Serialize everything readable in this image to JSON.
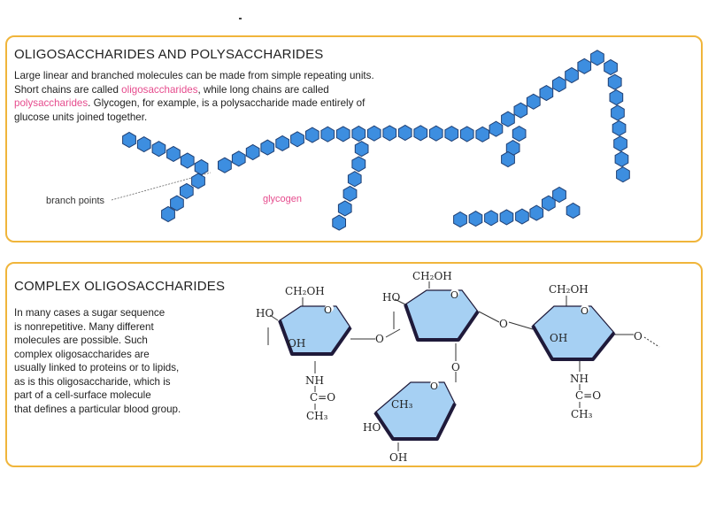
{
  "colors": {
    "frame": "#f0b53b",
    "accent_pink": "#e64b8d",
    "hexagon_fill": "#3d8ee0",
    "ring_fill": "#a6d0f3",
    "ring_edge": "#1f1a3a"
  },
  "section1": {
    "title": "OLIGOSACCHARIDES AND POLYSACCHARIDES",
    "text": {
      "p1": "Large linear and branched molecules can be made from simple repeating units.",
      "p2": "Short chains are called ",
      "oligo": "oligosaccharides",
      "p3": ", while long chains are called",
      "poly": "polysaccharides",
      "p4": ". Glycogen, for example, is a polysaccharide made entirely of",
      "p5": "glucose units joined together."
    },
    "labels": {
      "branch_points": "branch points",
      "glycogen": "glycogen"
    }
  },
  "section2": {
    "title": "COMPLEX OLIGOSACCHARIDES",
    "text": {
      "l1": "In many cases a sugar sequence",
      "l2": "is nonrepetitive. Many different",
      "l3": "molecules are possible. Such",
      "l4": "complex oligosaccharides are",
      "l5": "usually linked to proteins or to lipids,",
      "l6": "as is this oligosaccharide, which is",
      "l7": "part of a cell-surface molecule",
      "l8": "that defines a particular blood group."
    },
    "chem": {
      "ch2oh_1": "CH₂OH",
      "ho_1": "HO",
      "oh_1": "OH",
      "o_ring_1": "O",
      "nh_1": "NH",
      "co_1": "C=O",
      "ch3_1": "CH₃",
      "ch2oh_2": "CH₂OH",
      "ho_2": "HO",
      "o_ring_2": "O",
      "ch2oh_3": "CH₂OH",
      "oh_3": "OH",
      "o_ring_3": "O",
      "nh_3": "NH",
      "co_3": "C=O",
      "ch3_3": "CH₃",
      "o_ring_4": "O",
      "ch3_4": "CH₃",
      "ho_4": "HO",
      "oh_4": "OH",
      "link_12": "O",
      "link_23": "O",
      "link_24": "O",
      "link_end": "O"
    }
  }
}
